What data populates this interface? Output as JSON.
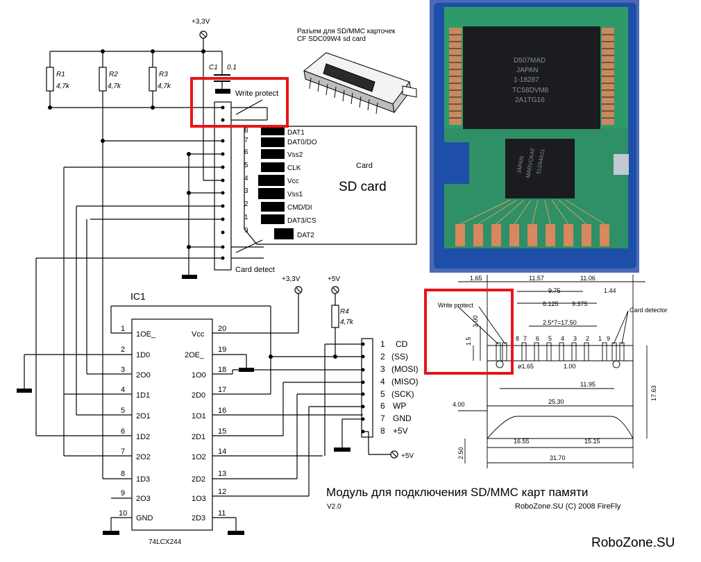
{
  "supply": {
    "v33": "+3,3V",
    "v5": "+5V"
  },
  "resistors": {
    "r1_name": "R1",
    "r1_value": "4,7k",
    "r2_name": "R2",
    "r2_value": "4,7k",
    "r3_name": "R3",
    "r3_value": "4,7k",
    "r4_name": "R4",
    "r4_value": "4,7k"
  },
  "capacitor": {
    "name": "C1",
    "value": "0.1"
  },
  "labels": {
    "write_protect": "Write protect",
    "card_detect": "Card detect",
    "card_small": "Card",
    "sd_card": "SD card",
    "connector_title_1": "Разъем для SD/MMC карточек",
    "connector_title_2": "CF SDC09W4 sd card"
  },
  "sd_pins": [
    {
      "num": "8",
      "name": "DAT1"
    },
    {
      "num": "7",
      "name": "DAT0/DO"
    },
    {
      "num": "6",
      "name": "Vss2"
    },
    {
      "num": "5",
      "name": "CLK"
    },
    {
      "num": "4",
      "name": "Vcc"
    },
    {
      "num": "3",
      "name": "Vss1"
    },
    {
      "num": "2",
      "name": "CMD/DI"
    },
    {
      "num": "1",
      "name": "DAT3/CS"
    },
    {
      "num": "9",
      "name": "DAT2"
    }
  ],
  "ic": {
    "name": "IC1",
    "part": "74LCX244",
    "left_pins": [
      {
        "num": "1",
        "name": "1OE_"
      },
      {
        "num": "2",
        "name": "1D0"
      },
      {
        "num": "3",
        "name": "2O0"
      },
      {
        "num": "4",
        "name": "1D1"
      },
      {
        "num": "5",
        "name": "2O1"
      },
      {
        "num": "6",
        "name": "1D2"
      },
      {
        "num": "7",
        "name": "2O2"
      },
      {
        "num": "8",
        "name": "1D3"
      },
      {
        "num": "9",
        "name": "2O3"
      },
      {
        "num": "10",
        "name": "GND"
      }
    ],
    "right_pins": [
      {
        "num": "20",
        "name": "Vcc"
      },
      {
        "num": "19",
        "name": "2OE_"
      },
      {
        "num": "18",
        "name": "1O0"
      },
      {
        "num": "17",
        "name": "2D0"
      },
      {
        "num": "16",
        "name": "1O1"
      },
      {
        "num": "15",
        "name": "2D1"
      },
      {
        "num": "14",
        "name": "1O2"
      },
      {
        "num": "13",
        "name": "2D2"
      },
      {
        "num": "12",
        "name": "1O3"
      },
      {
        "num": "11",
        "name": "2D3"
      }
    ]
  },
  "header": [
    {
      "num": "1",
      "name": "CD"
    },
    {
      "num": "2",
      "name": "(SS)"
    },
    {
      "num": "3",
      "name": "(MOSI)"
    },
    {
      "num": "4",
      "name": "(MISO)"
    },
    {
      "num": "5",
      "name": "(SCK)"
    },
    {
      "num": "6",
      "name": "WP"
    },
    {
      "num": "7",
      "name": "GND"
    },
    {
      "num": "8",
      "name": "+5V"
    }
  ],
  "chip_marks": {
    "line1": "D507MAD",
    "line2": "JAPAN",
    "line3": "1-18287",
    "line4": "TC58DVM8",
    "line5": "2A1TG16",
    "ctrl1": "JAPAN",
    "ctrl2": "MARVCKAT",
    "ctrl3": "512A4A11"
  },
  "dimensions": {
    "d165": "1.65",
    "d1157": "11.57",
    "d1106": "11.06",
    "d975": "9.75",
    "d144": "1.44",
    "d8125": "8.125",
    "d9375": "9.375",
    "d25x7": "2.5*7=17.50",
    "d300": "3.00",
    "d15": "1.5",
    "d0165": "ø1.65",
    "d100": "1.00",
    "d1195": "11.95",
    "d1763": "17.63",
    "d400": "4.00",
    "d2530": "25.30",
    "d1655": "16.55",
    "d1515": "15.15",
    "d250": "2.50",
    "d3170": "31.70",
    "wp": "Write protect",
    "cd": "Card detector",
    "pins": [
      "8",
      "7",
      "6",
      "5",
      "4",
      "3",
      "2",
      "1",
      "9"
    ]
  },
  "footer": {
    "title": "Модуль для подключения SD/MMC карт памяти",
    "version": "V2.0",
    "copyright": "RoboZone.SU (C) 2008 FireFly",
    "site": "RoboZone.SU"
  },
  "highlight_color": "#e8141a",
  "pcb_colors": {
    "blue": "#1e4fa8",
    "green": "#2e9a6a",
    "pad": "#d8875e",
    "chip": "#1a1c1f"
  }
}
